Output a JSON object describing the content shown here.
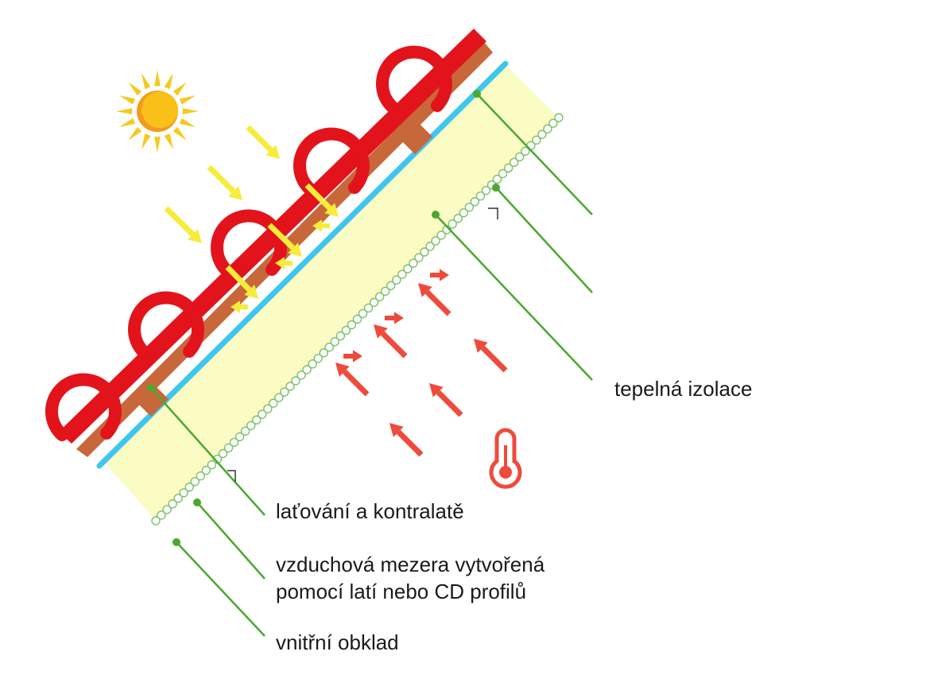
{
  "labels": {
    "insulation": "tepelná izolace",
    "battens": "laťování a kontralatě",
    "air_gap_line1": "vzduchová mezera vytvořená",
    "air_gap_line2": "pomocí latí nebo CD profilů",
    "inner_lining": "vnitřní obklad"
  },
  "icons": {
    "sun": "sun-icon",
    "thermometer": "thermometer-icon"
  },
  "colors": {
    "tile_red": "#e3131b",
    "batten_brown": "#c8683a",
    "membrane_blue": "#3ec6ee",
    "insulation_yellow": "#fbfbc4",
    "leader_green": "#4aa82e",
    "sun_rays": "#f7c81e",
    "sun_core": "#f9c01a",
    "solar_arrows": "#f7ec3a",
    "heat_arrows": "#ee4b3c"
  }
}
